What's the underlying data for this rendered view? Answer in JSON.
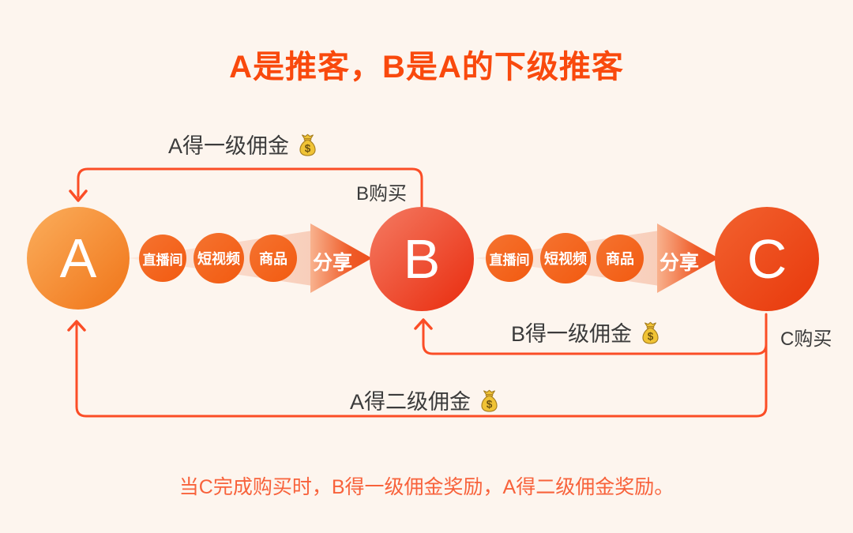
{
  "page": {
    "background_color": "#FDF5EE",
    "title": "A是推客，B是A的下级推客",
    "title_color": "#F9490D",
    "caption": "当C完成购买时，B得一级佣金奖励，A得二级佣金奖励。",
    "caption_color": "#F8623B"
  },
  "nodes": {
    "a": {
      "label": "A",
      "gradient": [
        "#FBAE5C",
        "#F07418"
      ]
    },
    "b": {
      "label": "B",
      "gradient": [
        "#F47B63",
        "#E92B0D"
      ]
    },
    "c": {
      "label": "C",
      "gradient": [
        "#F2622F",
        "#E8380B"
      ]
    }
  },
  "flow": {
    "steps": [
      "直播间",
      "短视频",
      "商品"
    ],
    "share_label": "分享",
    "step_circle_color": "#F25E14"
  },
  "annotations": {
    "a_first_commission": "A得一级佣金",
    "b_purchase": "B购买",
    "b_first_commission": "B得一级佣金",
    "c_purchase": "C购买",
    "a_second_commission": "A得二级佣金",
    "text_color": "#3B3B3B"
  },
  "connectors": {
    "color": "#FB4D26"
  },
  "icons": {
    "money_bag": "money-bag-icon",
    "money_bag_color": "#F0C335"
  }
}
